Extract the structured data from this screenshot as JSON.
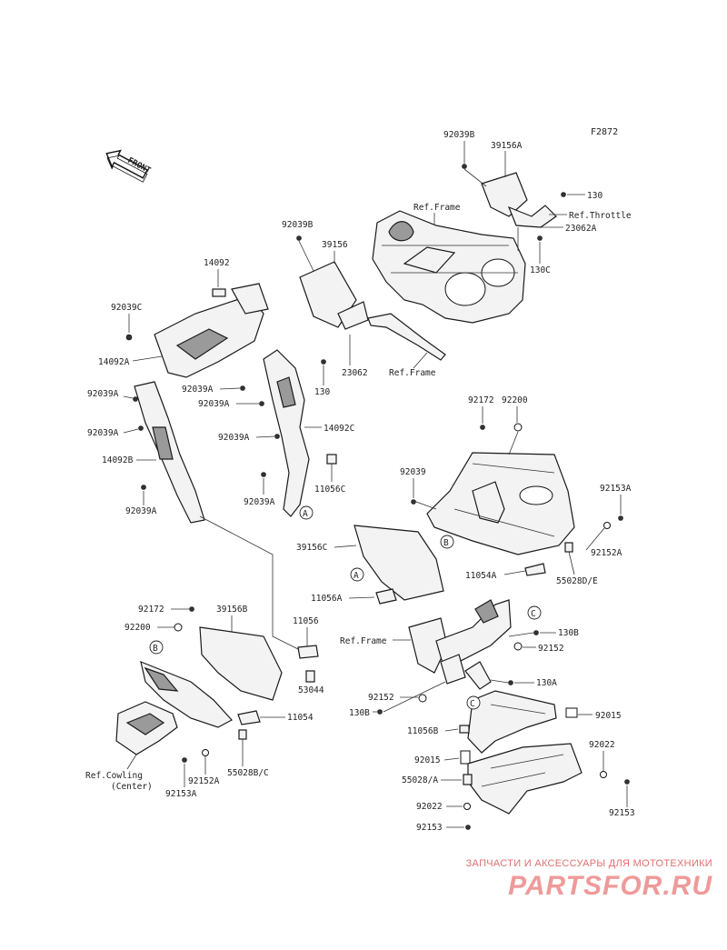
{
  "diagram_code": "F2872",
  "front_arrow_label": "FRONT",
  "reference_labels": {
    "frame_top": "Ref.Frame",
    "throttle": "Ref.Throttle",
    "frame_mid": "Ref.Frame",
    "frame_right": "Ref.Frame",
    "cowling_center": "Ref.Cowling",
    "cowling_center_sub": "(Center)"
  },
  "circle_markers": [
    "A",
    "B",
    "C"
  ],
  "part_labels": {
    "p_92039B_top": "92039B",
    "p_39156A": "39156A",
    "p_130_top": "130",
    "p_23062A": "23062A",
    "p_130C": "130C",
    "p_92039B_left": "92039B",
    "p_39156": "39156",
    "p_23062": "23062",
    "p_130_mid": "130",
    "p_14092": "14092",
    "p_92039C": "92039C",
    "p_14092A": "14092A",
    "p_92039A_1": "92039A",
    "p_92039A_2": "92039A",
    "p_92039A_3": "92039A",
    "p_92039A_4": "92039A",
    "p_92039A_5": "92039A",
    "p_92039A_6": "92039A",
    "p_92039A_7": "92039A",
    "p_14092B": "14092B",
    "p_14092C": "14092C",
    "p_11056C": "11056C",
    "p_92172_r": "92172",
    "p_92200_r": "92200",
    "p_92039": "92039",
    "p_92153A_r": "92153A",
    "p_92152A_r": "92152A",
    "p_11054A": "11054A",
    "p_55028DE": "55028D/E",
    "p_39156C": "39156C",
    "p_11056A": "11056A",
    "p_92172_l": "92172",
    "p_92200_l": "92200",
    "p_39156B": "39156B",
    "p_11056": "11056",
    "p_53044": "53044",
    "p_11054": "11054",
    "p_92152A_l": "92152A",
    "p_55028BC": "55028B/C",
    "p_92153A_l": "92153A",
    "p_130B_top": "130B",
    "p_92152_top": "92152",
    "p_130A": "130A",
    "p_92152_low": "92152",
    "p_130B_low": "130B",
    "p_92015_r": "92015",
    "p_11056B": "11056B",
    "p_92015_l": "92015",
    "p_92022_r": "92022",
    "p_55028A": "55028/A",
    "p_92153_r": "92153",
    "p_92022_l": "92022",
    "p_92153_l": "92153"
  },
  "watermark": {
    "tagline": "ЗАПЧАСТИ И АКСЕССУАРЫ ДЛЯ МОТОТЕХНИКИ",
    "logo": "PARTSFOR.RU"
  },
  "colors": {
    "ink": "#1a1a1a",
    "part_fill": "#f3f3f3",
    "part_shade": "#9a9a9a",
    "watermark": "#ef9a9a"
  }
}
